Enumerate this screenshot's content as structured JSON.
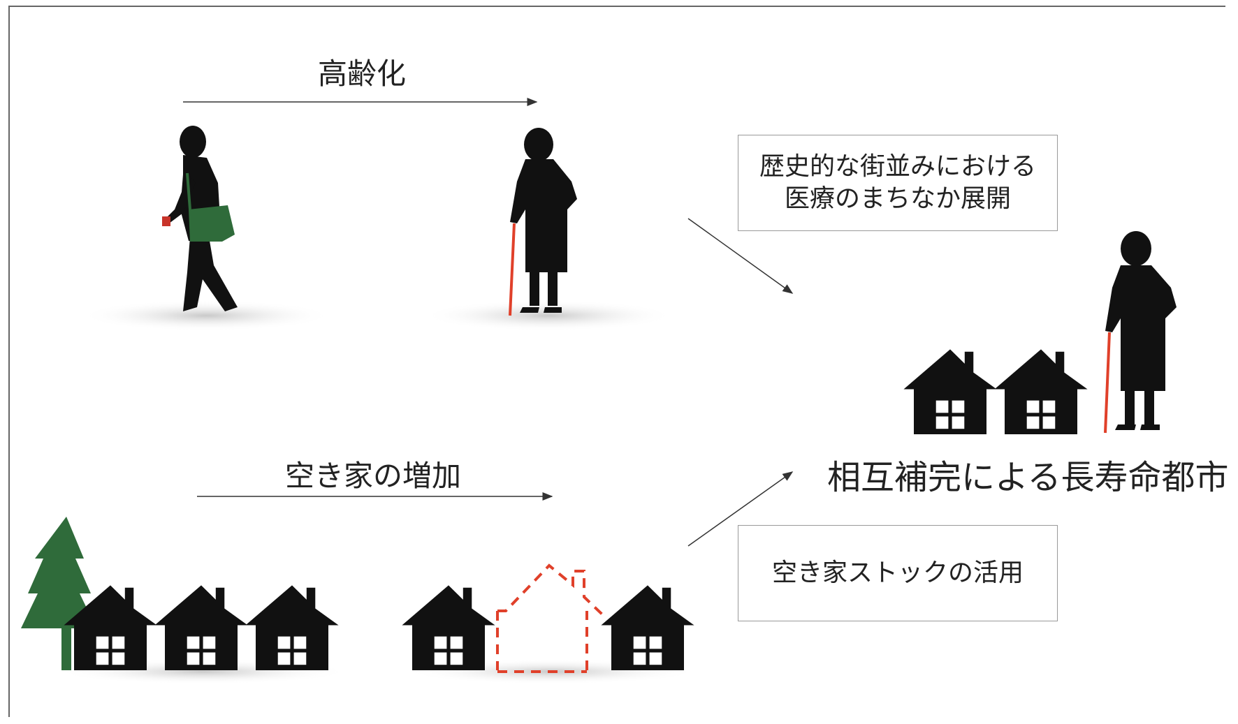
{
  "aging": {
    "label": "高齢化"
  },
  "vacant": {
    "label": "空き家の増加"
  },
  "medical_box": {
    "line1": "歴史的な街並みにおける",
    "line2": "医療のまちなか展開"
  },
  "stock_box": {
    "label": "空き家ストックの活用"
  },
  "result": {
    "label": "相互補完による長寿命都市"
  },
  "colors": {
    "accent_green": "#2f6b3a",
    "cane_red": "#e0402a",
    "ink": "#111111",
    "box_border": "#999999"
  },
  "icons": [
    "person-walking-icon",
    "elderly-woman-cane-icon",
    "house-icon",
    "tree-icon",
    "vacant-house-outline-icon"
  ]
}
